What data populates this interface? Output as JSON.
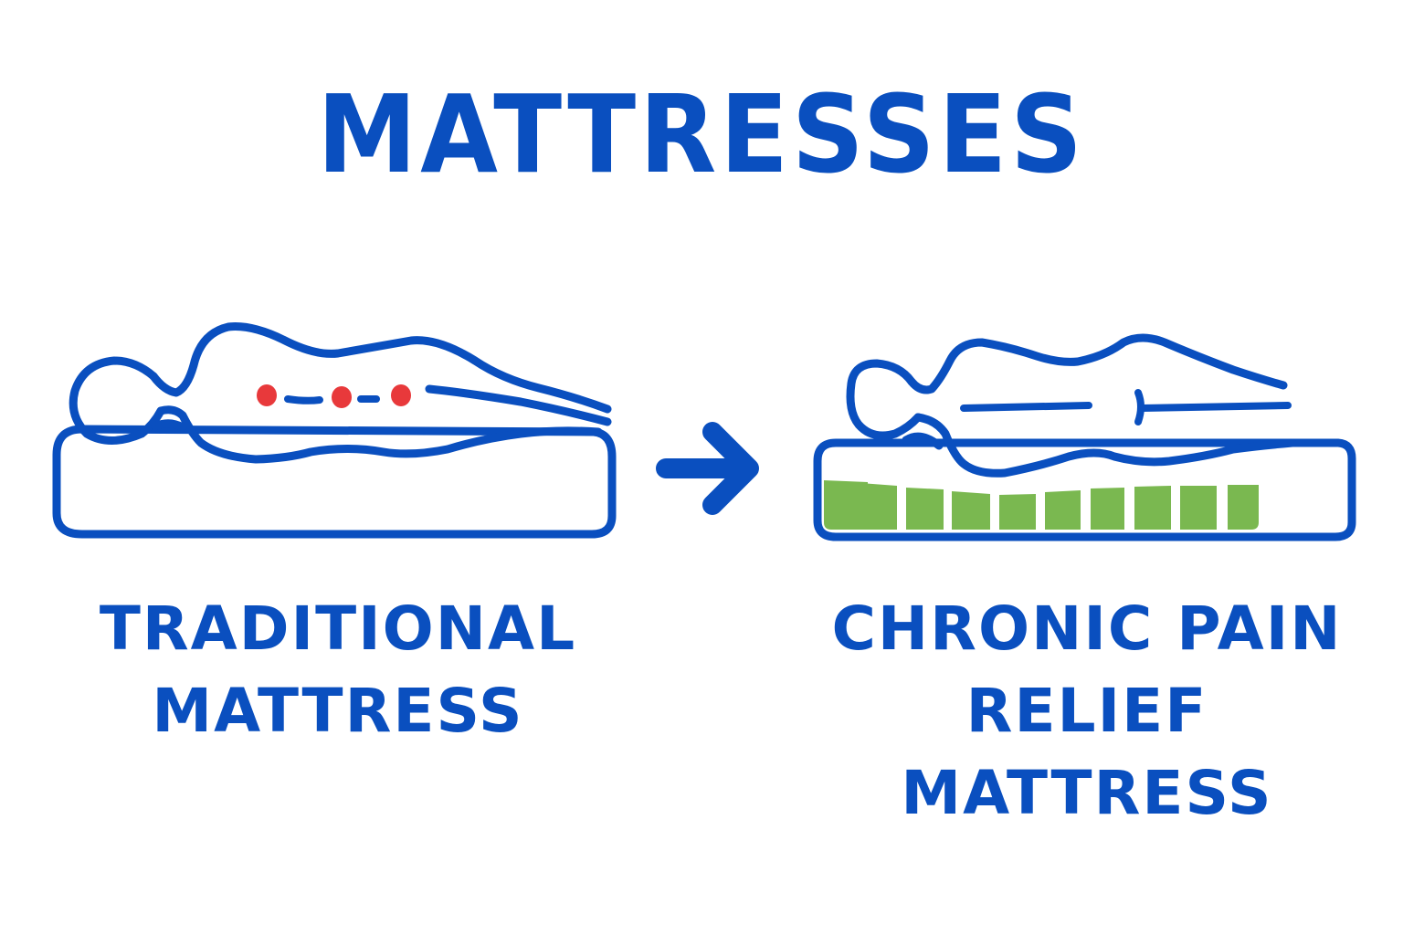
{
  "title": "MATTRESSES",
  "colors": {
    "primary_blue": "#0a4fbf",
    "pain_red": "#e8393b",
    "support_green": "#7ab850",
    "background": "#ffffff"
  },
  "left_panel": {
    "label_line1": "TRADITIONAL",
    "label_line2": "MATTRESS",
    "icon": "person-on-sagging-mattress",
    "pain_points": 3
  },
  "arrow": {
    "icon": "arrow-right-icon"
  },
  "right_panel": {
    "label_line1": "CHRONIC PAIN",
    "label_line2": "RELIEF MATTRESS",
    "icon": "person-on-supportive-mattress",
    "support_zones": 10
  }
}
